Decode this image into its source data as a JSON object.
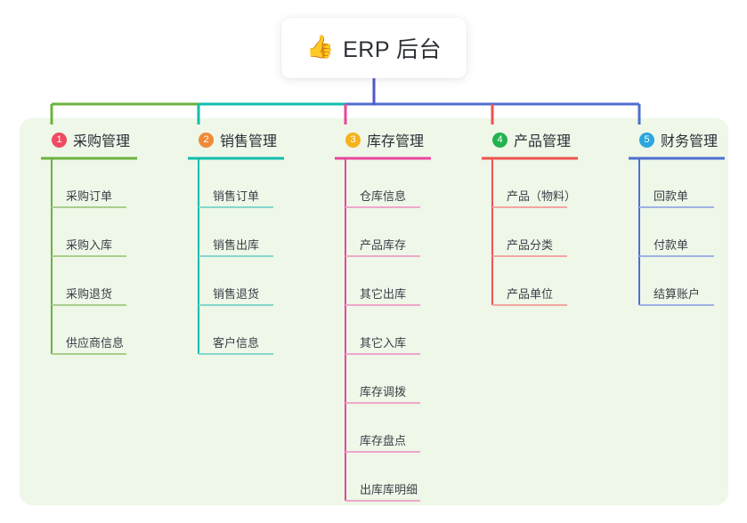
{
  "root": {
    "icon": "thumbs-up-icon",
    "emoji": "👍",
    "title": "ERP 后台"
  },
  "palette": {
    "panel_bg": "#eef7e8",
    "page_bg": "#ffffff",
    "stem": "#4f58c8",
    "text": "#2b2f36"
  },
  "columns": [
    {
      "index": "1",
      "badge_number": "1",
      "badge_color": "#ef4b62",
      "title": "采购管理",
      "line_color": "#6cb33f",
      "leaf_line_color": "#a9cf8c",
      "items": [
        {
          "label": "采购订单"
        },
        {
          "label": "采购入库"
        },
        {
          "label": "采购退货"
        },
        {
          "label": "供应商信息"
        }
      ]
    },
    {
      "index": "2",
      "badge_number": "2",
      "badge_color": "#f08a37",
      "title": "销售管理",
      "line_color": "#14bdae",
      "leaf_line_color": "#86d6cd",
      "items": [
        {
          "label": "销售订单"
        },
        {
          "label": "销售出库"
        },
        {
          "label": "销售退货"
        },
        {
          "label": "客户信息"
        }
      ]
    },
    {
      "index": "3",
      "badge_number": "3",
      "badge_color": "#f5b41d",
      "title": "库存管理",
      "line_color": "#e8479b",
      "leaf_line_color": "#efa7ca",
      "items": [
        {
          "label": "仓库信息"
        },
        {
          "label": "产品库存"
        },
        {
          "label": "其它出库"
        },
        {
          "label": "其它入库"
        },
        {
          "label": "库存调拨"
        },
        {
          "label": "库存盘点"
        },
        {
          "label": "出库库明细"
        }
      ]
    },
    {
      "index": "4",
      "badge_number": "4",
      "badge_color": "#23b34e",
      "title": "产品管理",
      "line_color": "#ef5350",
      "leaf_line_color": "#f3a6a2",
      "items": [
        {
          "label": "产品（物料）"
        },
        {
          "label": "产品分类"
        },
        {
          "label": "产品单位"
        }
      ]
    },
    {
      "index": "5",
      "badge_number": "5",
      "badge_color": "#2ba6e0",
      "title": "财务管理",
      "line_color": "#4f6fd0",
      "leaf_line_color": "#9fb2e4",
      "items": [
        {
          "label": "回款单"
        },
        {
          "label": "付款单"
        },
        {
          "label": "结算账户"
        }
      ]
    }
  ]
}
